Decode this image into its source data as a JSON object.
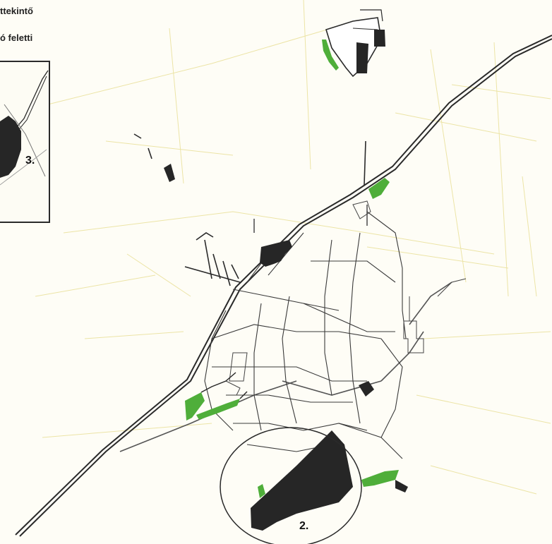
{
  "header": {
    "line1": "ttekintő",
    "line2": "ó feletti"
  },
  "inset": {
    "label": "3."
  },
  "map": {
    "zone_label": "2."
  },
  "colors": {
    "paper": "#fefdf6",
    "road": "#2a2a2a",
    "field_line": "#eee6a8",
    "forest_dark": "#262626",
    "forest_green": "#4fae3a"
  }
}
